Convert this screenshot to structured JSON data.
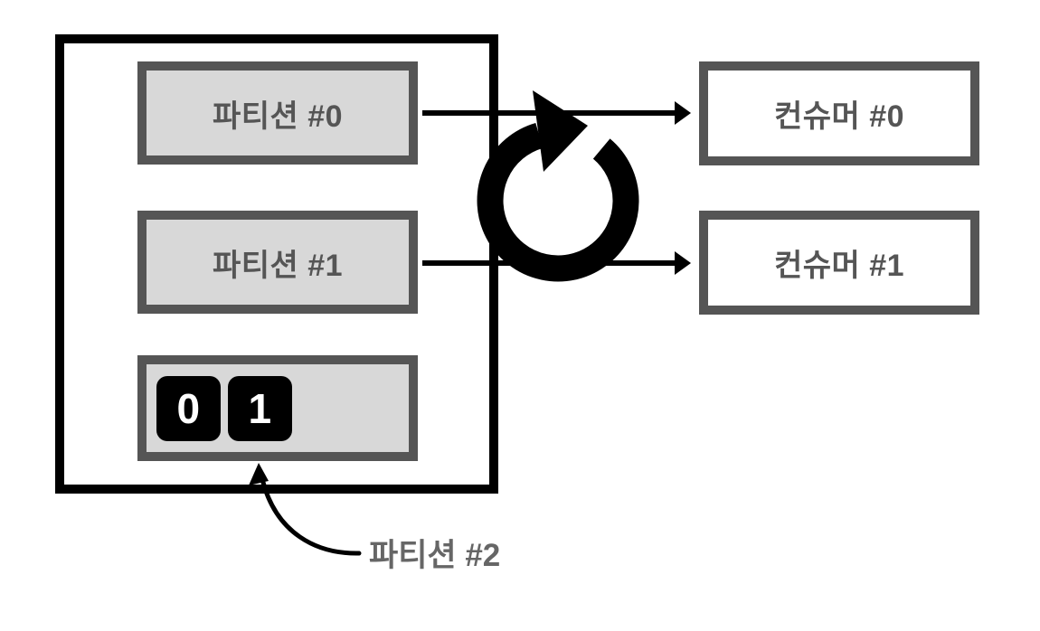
{
  "diagram": {
    "background": "#ffffff",
    "colors": {
      "outer_border": "#000000",
      "box_border": "#555555",
      "partition_fill": "#d8d8d8",
      "consumer_fill": "#ffffff",
      "box_text": "#555555",
      "callout_text": "#666666",
      "offset_cell_fill": "#000000",
      "offset_cell_text": "#ffffff",
      "arrow": "#000000"
    },
    "partition_group": {
      "partitions": [
        {
          "label": "파티션 #0"
        },
        {
          "label": "파티션 #1"
        }
      ],
      "offsets_partition": {
        "label": "파티션 #2",
        "offsets": [
          "0",
          "1"
        ]
      }
    },
    "consumers": [
      {
        "label": "컨슈머 #0"
      },
      {
        "label": "컨슈머 #1"
      }
    ],
    "icons": {
      "rebalance": "circular-arrow-clockwise-icon"
    }
  }
}
